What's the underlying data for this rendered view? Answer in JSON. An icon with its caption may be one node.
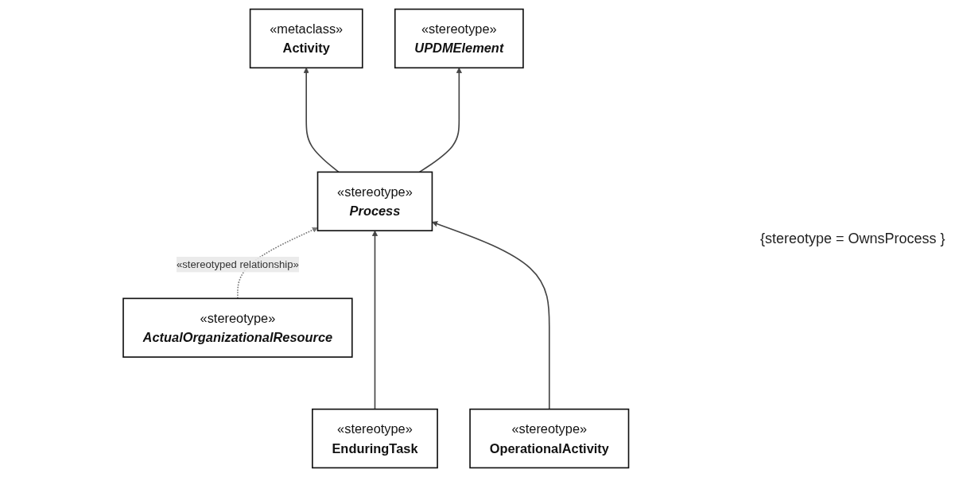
{
  "diagram": {
    "nodes": [
      {
        "text": [
          "«metaclass»",
          "Activity"
        ]
      },
      {
        "text": [
          "«stereotype»",
          "UPDMElement"
        ]
      },
      {
        "text": [
          "«stereotype»",
          "Process"
        ]
      },
      {
        "text": [
          "«stereotype»",
          "ActualOrganizationalResource"
        ]
      },
      {
        "text": [
          "«stereotype»",
          "EnduringTask"
        ]
      },
      {
        "text": [
          "«stereotype»",
          "OperationalActivity"
        ]
      }
    ],
    "edges": [
      {
        "from": 2,
        "to": 0,
        "arrow": "to"
      },
      {
        "from": 2,
        "to": 1,
        "arrow": "to"
      },
      {
        "from": 3,
        "to": 2,
        "arrow": "to",
        "style": "dashed",
        "label": "«stereotyped relationship»",
        "color": "#777777"
      },
      {
        "from": 4,
        "to": 2,
        "arrow": "to"
      },
      {
        "from": 5,
        "to": 2,
        "arrow": "to"
      }
    ],
    "labels": [
      "{stereotype = OwnsProcess }"
    ]
  }
}
